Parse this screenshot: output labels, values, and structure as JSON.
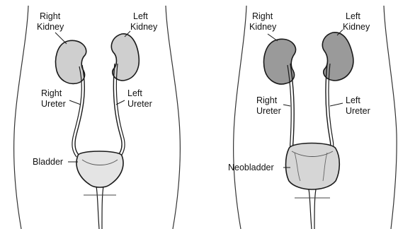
{
  "colors": {
    "ink": "#1a1a1a",
    "kidney_left_panel": "#cfcfcf",
    "kidney_right_panel": "#9a9a9a",
    "bladder_fill": "#e4e4e4",
    "neobladder_fill": "#d6d6d6"
  },
  "panels": [
    {
      "labels": {
        "right_kidney": [
          "Right",
          "Kidney"
        ],
        "left_kidney": [
          "Left",
          "Kidney"
        ],
        "right_ureter": [
          "Right",
          "Ureter"
        ],
        "left_ureter": [
          "Left",
          "Ureter"
        ],
        "bladder": "Bladder"
      }
    },
    {
      "labels": {
        "right_kidney": [
          "Right",
          "Kidney"
        ],
        "left_kidney": [
          "Left",
          "Kidney"
        ],
        "right_ureter": [
          "Right",
          "Ureter"
        ],
        "left_ureter": [
          "Left",
          "Ureter"
        ],
        "neobladder": "Neobladder"
      }
    }
  ]
}
